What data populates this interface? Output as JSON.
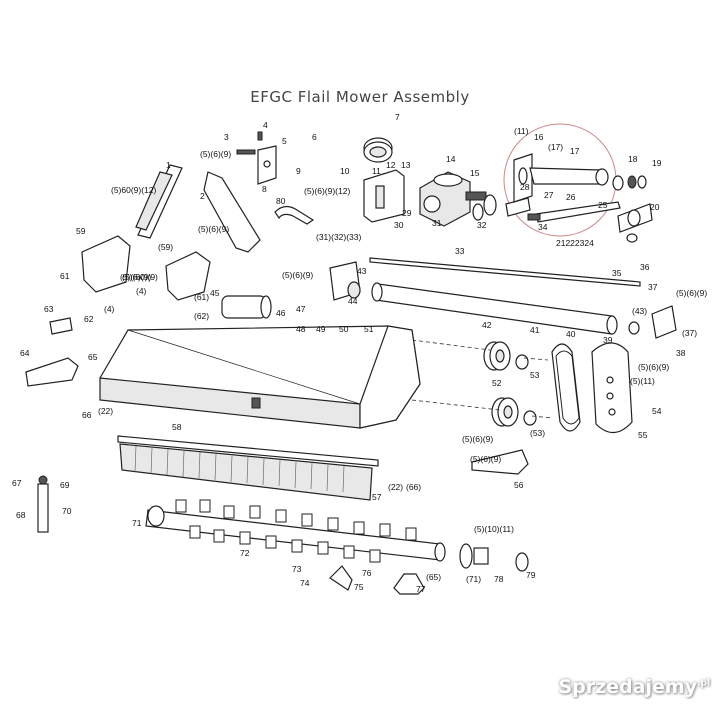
{
  "title": "EFGC Flail Mower Assembly",
  "watermark": {
    "text": "Sprzedajemy",
    "suffix": ".pl"
  },
  "highlight_color": "#c98a8a",
  "labels": [
    {
      "id": "l1",
      "text": "1"
    },
    {
      "id": "l2",
      "text": "2"
    },
    {
      "id": "l3",
      "text": "3"
    },
    {
      "id": "l4",
      "text": "4"
    },
    {
      "id": "l5",
      "text": "5"
    },
    {
      "id": "l6",
      "text": "6"
    },
    {
      "id": "l7",
      "text": "7"
    },
    {
      "id": "l8",
      "text": "8"
    },
    {
      "id": "l9",
      "text": "9"
    },
    {
      "id": "l10",
      "text": "10"
    },
    {
      "id": "l11",
      "text": "11"
    },
    {
      "id": "l12",
      "text": "12"
    },
    {
      "id": "l13",
      "text": "13"
    },
    {
      "id": "l14",
      "text": "14"
    },
    {
      "id": "l15",
      "text": "15"
    },
    {
      "id": "l16",
      "text": "16"
    },
    {
      "id": "l17",
      "text": "17"
    },
    {
      "id": "l18",
      "text": "18"
    },
    {
      "id": "l19",
      "text": "19"
    },
    {
      "id": "l20",
      "text": "20"
    },
    {
      "id": "l25",
      "text": "25"
    },
    {
      "id": "l26",
      "text": "26"
    },
    {
      "id": "l27",
      "text": "27"
    },
    {
      "id": "l28",
      "text": "28"
    },
    {
      "id": "l29",
      "text": "29"
    },
    {
      "id": "l30",
      "text": "30"
    },
    {
      "id": "l31",
      "text": "31"
    },
    {
      "id": "l32",
      "text": "32"
    },
    {
      "id": "l33",
      "text": "33"
    },
    {
      "id": "l34",
      "text": "34"
    },
    {
      "id": "l35",
      "text": "35"
    },
    {
      "id": "l36",
      "text": "36"
    },
    {
      "id": "l37",
      "text": "37"
    },
    {
      "id": "l38",
      "text": "38"
    },
    {
      "id": "l39",
      "text": "39"
    },
    {
      "id": "l40",
      "text": "40"
    },
    {
      "id": "l41",
      "text": "41"
    },
    {
      "id": "l42",
      "text": "42"
    },
    {
      "id": "l43",
      "text": "43"
    },
    {
      "id": "l44",
      "text": "44"
    },
    {
      "id": "l45",
      "text": "45"
    },
    {
      "id": "l46",
      "text": "46"
    },
    {
      "id": "l47",
      "text": "47"
    },
    {
      "id": "l48",
      "text": "48"
    },
    {
      "id": "l49",
      "text": "49"
    },
    {
      "id": "l50",
      "text": "50"
    },
    {
      "id": "l51",
      "text": "51"
    },
    {
      "id": "l52",
      "text": "52"
    },
    {
      "id": "l53",
      "text": "53"
    },
    {
      "id": "l54",
      "text": "54"
    },
    {
      "id": "l55",
      "text": "55"
    },
    {
      "id": "l56",
      "text": "56"
    },
    {
      "id": "l57",
      "text": "57"
    },
    {
      "id": "l58",
      "text": "58"
    },
    {
      "id": "l59a",
      "text": "59"
    },
    {
      "id": "l59b",
      "text": "(59)"
    },
    {
      "id": "l60",
      "text": "(5)(6)(9)"
    },
    {
      "id": "l61",
      "text": "61"
    },
    {
      "id": "l61b",
      "text": "(61)"
    },
    {
      "id": "l62",
      "text": "62"
    },
    {
      "id": "l62b",
      "text": "(62)"
    },
    {
      "id": "l63",
      "text": "63"
    },
    {
      "id": "l64",
      "text": "64"
    },
    {
      "id": "l65",
      "text": "65"
    },
    {
      "id": "l65b",
      "text": "(65)"
    },
    {
      "id": "l66",
      "text": "66"
    },
    {
      "id": "l66b",
      "text": "(66)"
    },
    {
      "id": "l67",
      "text": "67"
    },
    {
      "id": "l68",
      "text": "68"
    },
    {
      "id": "l69",
      "text": "69"
    },
    {
      "id": "l70",
      "text": "70"
    },
    {
      "id": "l71",
      "text": "71"
    },
    {
      "id": "l71b",
      "text": "(71)"
    },
    {
      "id": "l72",
      "text": "72"
    },
    {
      "id": "l73",
      "text": "73"
    },
    {
      "id": "l74",
      "text": "74"
    },
    {
      "id": "l75",
      "text": "75"
    },
    {
      "id": "l76",
      "text": "76"
    },
    {
      "id": "l77",
      "text": "77"
    },
    {
      "id": "l78",
      "text": "78"
    },
    {
      "id": "l79",
      "text": "79"
    },
    {
      "id": "l80",
      "text": "80"
    },
    {
      "id": "l4b",
      "text": "(4)"
    },
    {
      "id": "l4c",
      "text": "(4)"
    },
    {
      "id": "l11b",
      "text": "(11)"
    },
    {
      "id": "l17b",
      "text": "(17)"
    },
    {
      "id": "l22",
      "text": "(22)"
    },
    {
      "id": "l22b",
      "text": "(22)"
    },
    {
      "id": "l37b",
      "text": "(37)"
    },
    {
      "id": "l43b",
      "text": "(43)"
    },
    {
      "id": "l53b",
      "text": "(53)"
    },
    {
      "id": "l5111",
      "text": "(5)(11)"
    },
    {
      "id": "l21",
      "text": "21222324"
    },
    {
      "id": "l313233",
      "text": "(31)(32)(33)"
    },
    {
      "id": "g1",
      "text": "(5)(6)(9)"
    },
    {
      "id": "g2",
      "text": "(5)60(9)(12)"
    },
    {
      "id": "g3",
      "text": "(5)(6)(9)"
    },
    {
      "id": "g4",
      "text": "(5)(6)(9)(12)"
    },
    {
      "id": "g5",
      "text": "(5)(60)(9)"
    },
    {
      "id": "g6",
      "text": "(5)(6)(9)"
    },
    {
      "id": "g7",
      "text": "(5)(6)(9)"
    },
    {
      "id": "g8",
      "text": "(5)(6)(9)"
    },
    {
      "id": "g9",
      "text": "(5)(6)(9)"
    },
    {
      "id": "g10",
      "text": "(5)(6)(9)"
    },
    {
      "id": "g11",
      "text": "(5)(10)(11)"
    }
  ]
}
